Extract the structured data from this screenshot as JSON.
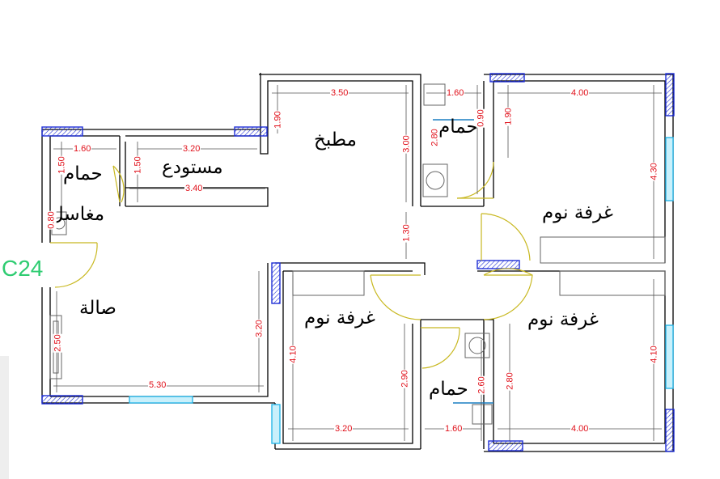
{
  "plan_code": "C24",
  "rooms": {
    "kitchen": "مطبخ",
    "storage": "مستودع",
    "bath_small": "حمام",
    "washbasin": "مغاسل",
    "bath_top": "حمام",
    "bedroom_right_top": "غرفة نوم",
    "living": "صالة",
    "bedroom_middle": "غرفة نوم",
    "bedroom_right_bottom": "غرفة نوم",
    "bath_bottom": "حمام"
  },
  "dimensions": {
    "kitchen_width": "3.50",
    "kitchen_top_depth": "1.90",
    "kitchen_depth": "3.00",
    "corridor": "1.30",
    "bath_top_width": "1.60",
    "bath_top_depth_a": "0.90",
    "bath_top_depth_b": "2.80",
    "bed_rt_width": "4.00",
    "bed_rt_depth_a": "1.90",
    "bed_rt_depth_b": "4.30",
    "bath_small_width": "1.60",
    "bath_small_depth": "1.50",
    "storage_width_top": "3.20",
    "storage_depth": "1.50",
    "storage_width_bottom": "3.40",
    "washbasin_depth": "0.80",
    "living_depth": "2.50",
    "living_width": "5.30",
    "bed_mid_outer_depth": "3.20",
    "bed_mid_depth": "4.10",
    "bed_mid_width": "3.20",
    "bed_mid_inner_depth": "2.90",
    "bath_bottom_depth": "2.60",
    "bath_bottom_width": "1.60",
    "bed_rb_depth_a": "2.80",
    "bed_rb_width": "4.00",
    "bed_rb_depth_b": "4.10"
  },
  "colors": {
    "wall": "#000000",
    "dimension": "#e0101a",
    "window_frame": "#1f2fd6",
    "glazing": "#29b6e8",
    "door": "#c8b820",
    "tag": "#2ecc71"
  }
}
